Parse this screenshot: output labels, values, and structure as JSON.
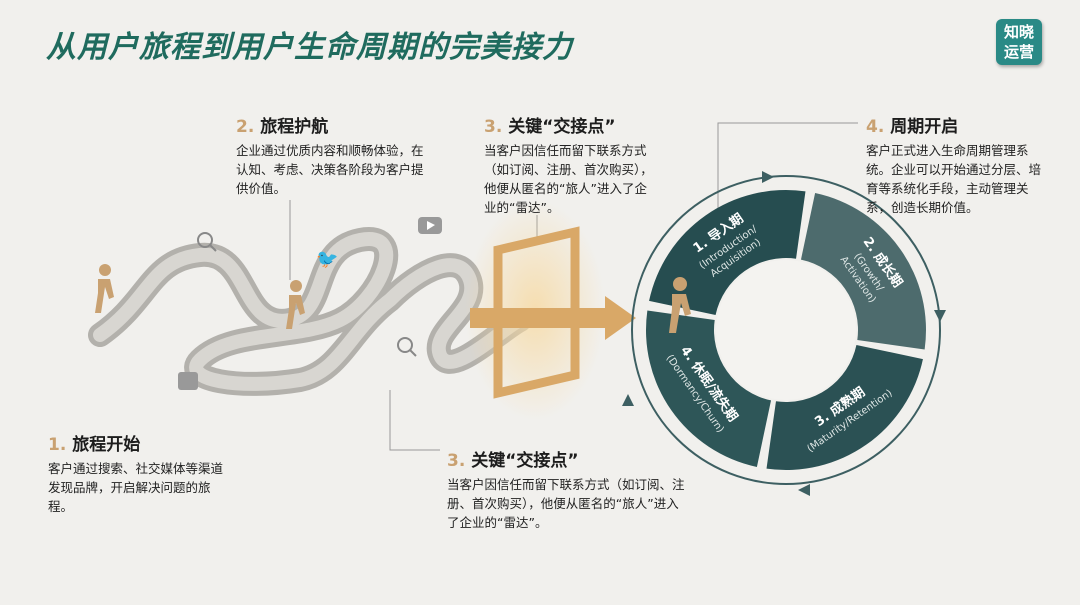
{
  "title": "从用户旅程到用户生命周期的完美接力",
  "logo": {
    "line1": "知晓",
    "line2": "运营"
  },
  "steps": [
    {
      "num": "1.",
      "title": "旅程开始",
      "text": "客户通过搜索、社交媒体等渠道发现品牌，开启解决问题的旅程。"
    },
    {
      "num": "2.",
      "title": "旅程护航",
      "text": "企业通过优质内容和顺畅体验，在认知、考虑、决策各阶段为客户提供价值。"
    },
    {
      "num": "3.",
      "title": "关键“交接点”",
      "text": "当客户因信任而留下联系方式（如订阅、注册、首次购买），他便从匿名的“旅人”进入了企业的“雷达”。"
    },
    {
      "num": "3.",
      "title": "关键“交接点”",
      "text": "当客户因信任而留下联系方式（如订阅、注册、首次购买），他便从匿名的“旅人”进入了企业的“雷达”。"
    },
    {
      "num": "4.",
      "title": "周期开启",
      "text": "客户正式进入生命周期管理系统。企业可以开始通过分层、培育等系统化手段，主动管理关系，创造长期价值。"
    }
  ],
  "cycle": [
    {
      "label": "1. 导入期",
      "sub1": "(Introduction/",
      "sub2": "Acquisition)",
      "icon": "users-icon"
    },
    {
      "label": "2. 成长期",
      "sub1": "(Growth/",
      "sub2": "Activation)",
      "icon": "growth-chart-icon"
    },
    {
      "label": "3. 成熟期",
      "sub1": "(Maturity/Retention)",
      "sub2": "",
      "icon": "pie-chart-icon"
    },
    {
      "label": "4. 休眠/流失期",
      "sub1": "(Dormancy/Churn)",
      "sub2": "",
      "icon": ""
    }
  ],
  "colors": {
    "title": "#1f6b5e",
    "ring": "#2e5658",
    "accent": "#c9a171",
    "road": "#a9a7a2"
  }
}
